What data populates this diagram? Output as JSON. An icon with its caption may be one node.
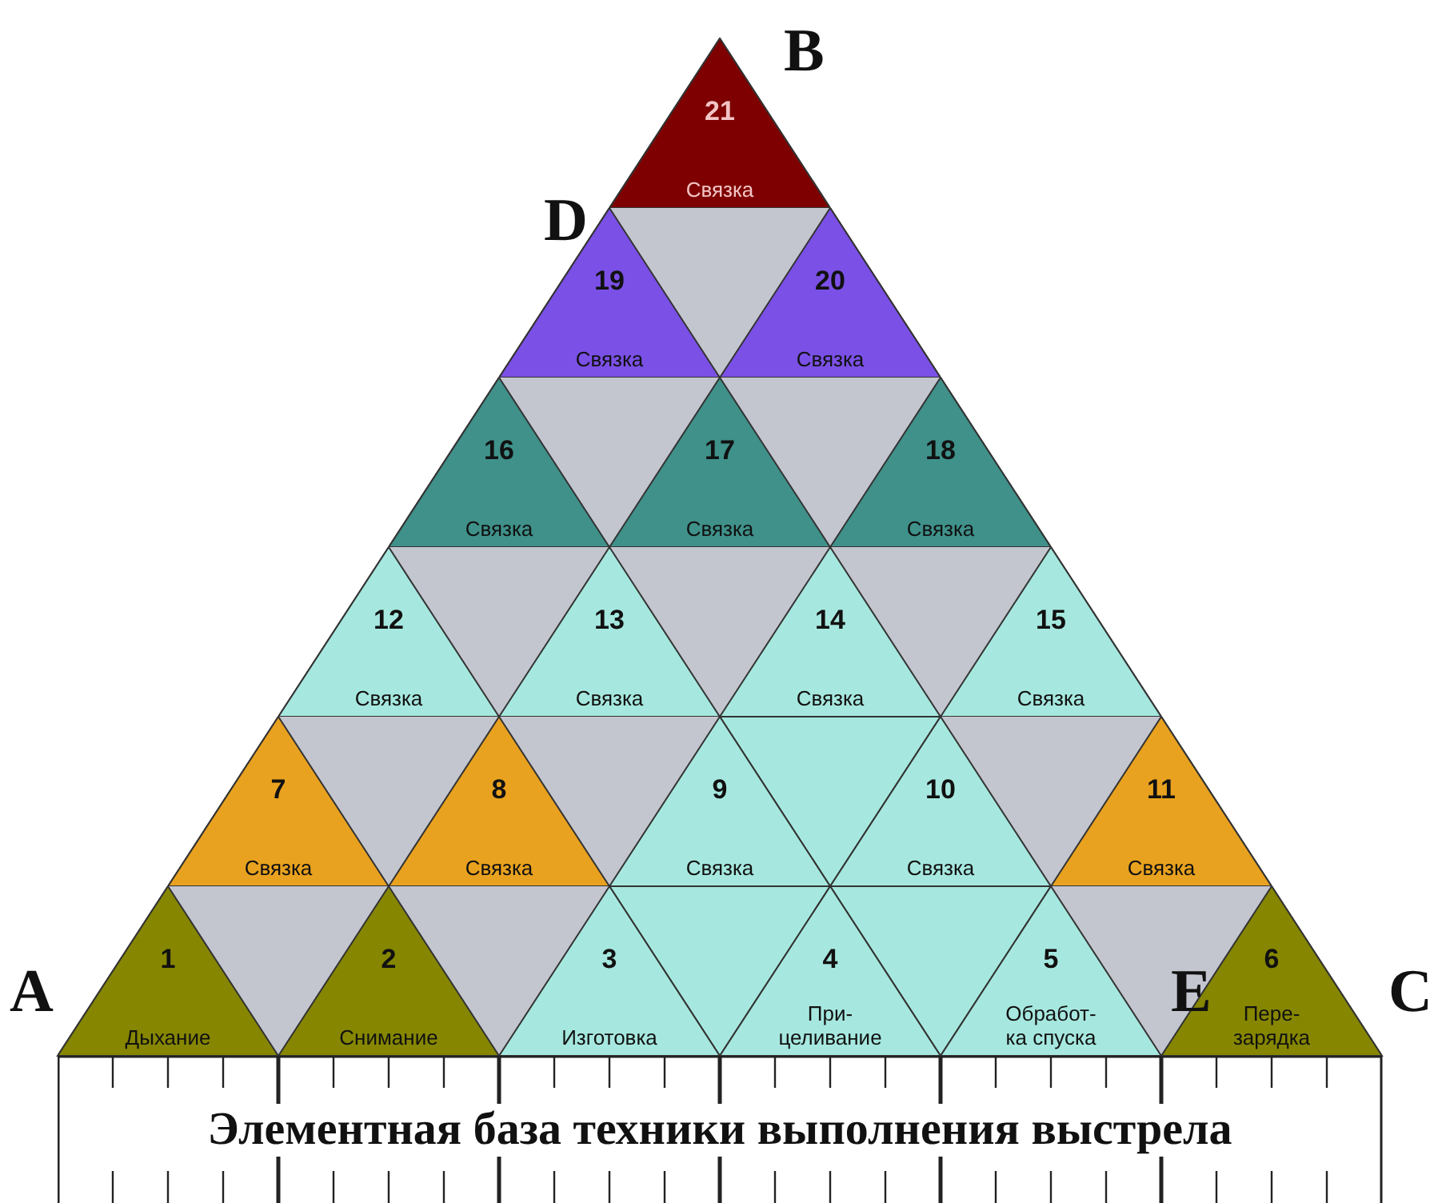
{
  "diagram": {
    "nodes": [
      {
        "text": [
          "1",
          "Дыхание"
        ]
      },
      {
        "text": [
          "2",
          "Снимание"
        ]
      },
      {
        "text": [
          "3",
          "Изготовка"
        ]
      },
      {
        "text": [
          "4",
          "При- целивание"
        ]
      },
      {
        "text": [
          "5",
          "Обработ- ка спуска"
        ]
      },
      {
        "text": [
          "6",
          "Пере- зарядка"
        ]
      },
      {
        "text": [
          "7",
          "Связка"
        ]
      },
      {
        "text": [
          "8",
          "Связка"
        ]
      },
      {
        "text": [
          "9",
          "Связка"
        ]
      },
      {
        "text": [
          "10",
          "Связка"
        ]
      },
      {
        "text": [
          "11",
          "Связка"
        ]
      },
      {
        "text": [
          "12",
          "Связка"
        ]
      },
      {
        "text": [
          "13",
          "Связка"
        ]
      },
      {
        "text": [
          "14",
          "Связка"
        ]
      },
      {
        "text": [
          "15",
          "Связка"
        ]
      },
      {
        "text": [
          "16",
          "Связка"
        ]
      },
      {
        "text": [
          "17",
          "Связка"
        ]
      },
      {
        "text": [
          "18",
          "Связка"
        ]
      },
      {
        "text": [
          "19",
          "Связка"
        ]
      },
      {
        "text": [
          "20",
          "Связка"
        ]
      },
      {
        "text": [
          "21",
          "Связка"
        ]
      },
      {
        "text": [
          "Элементная база техники выполнения выстрела"
        ]
      },
      {
        "text": [],
        "shape": "triangle"
      },
      {
        "text": [],
        "shape": "triangle"
      },
      {
        "text": [],
        "shape": "triangle"
      }
    ],
    "labels": [
      "B",
      "D",
      "A",
      "E",
      "C"
    ]
  }
}
